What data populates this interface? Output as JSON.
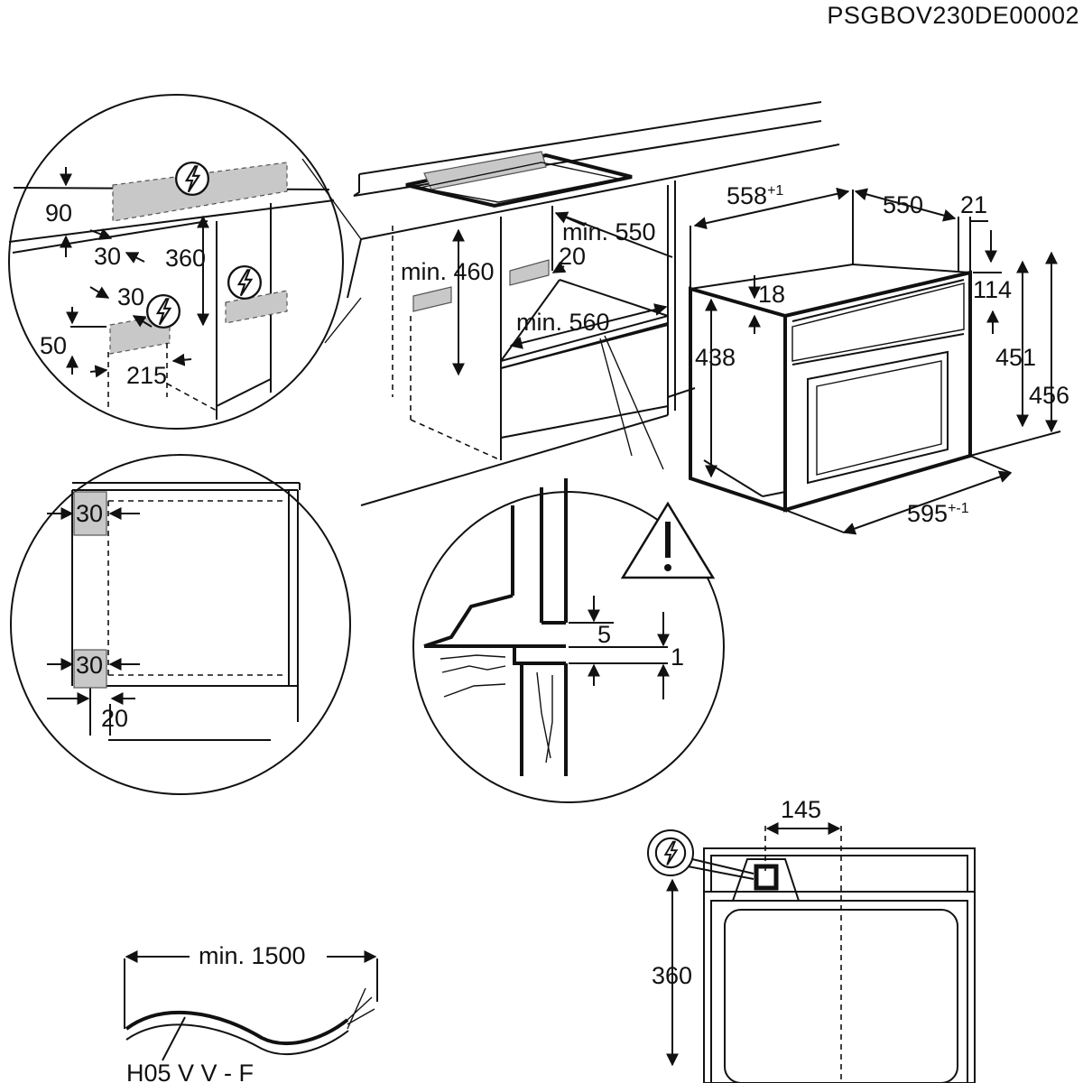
{
  "document_code": "PSGBOV230DE00002",
  "icons": {
    "electric": "lightning-bolt-in-circle-icon",
    "warning": "exclamation-triangle-icon"
  },
  "detail_top_left": {
    "dim_90": "90",
    "dim_30_a": "30",
    "dim_360": "360",
    "dim_30_b": "30",
    "dim_50": "50",
    "dim_215": "215"
  },
  "main_view": {
    "min_460": "min. 460",
    "min_550": "min. 550",
    "dim_20": "20",
    "min_560": "min. 560",
    "dim_558": "558",
    "dim_558_tol": "+1",
    "dim_550": "550",
    "dim_21": "21",
    "dim_18": "18",
    "dim_114": "114",
    "dim_438": "438",
    "dim_451": "451",
    "dim_456": "456",
    "dim_595": "595",
    "dim_595_tol": "+-1"
  },
  "detail_middle_left": {
    "dim_30_top": "30",
    "dim_30_bottom": "30",
    "dim_20": "20"
  },
  "detail_middle": {
    "dim_5": "5",
    "dim_1": "1"
  },
  "cable": {
    "min_length": "min. 1500",
    "type": "H05 V V - F"
  },
  "rear_view": {
    "dim_145": "145",
    "dim_360": "360"
  }
}
